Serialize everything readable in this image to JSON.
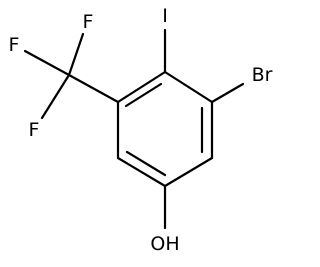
{
  "molecule": {
    "atoms": {
      "iodine": "I",
      "bromine": "Br",
      "hydroxyl": "OH",
      "fluorine_top": "F",
      "fluorine_left": "F",
      "fluorine_bottom": "F"
    }
  },
  "colors": {
    "bond": "#000000",
    "label": "#000000",
    "background": "#ffffff"
  }
}
